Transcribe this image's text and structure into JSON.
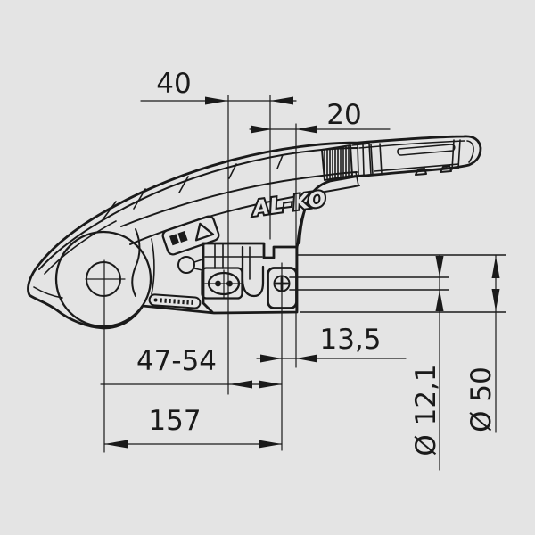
{
  "colors": {
    "background": "#e4e4e4",
    "line": "#1a1a1a"
  },
  "brand": {
    "logo": "AL-KO"
  },
  "dimensions": {
    "top_width": "40",
    "handle_offset": "20",
    "bolt_offset": "13,5",
    "adjust_range": "47-54",
    "total_length": "157",
    "hole_diameter": "Ø 12,1",
    "tube_diameter": "Ø 50"
  },
  "icons": {
    "label_left": "manual-book-icon",
    "label_right": "warning-triangle-icon"
  }
}
